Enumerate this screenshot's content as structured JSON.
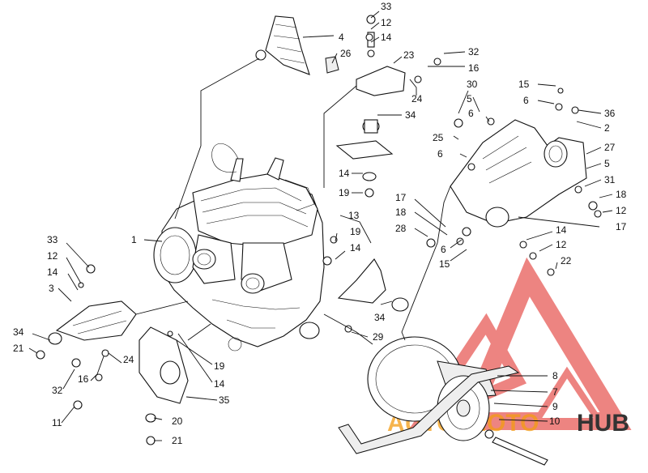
{
  "labels": {
    "p1": "1",
    "p2": "2",
    "p3": "3",
    "p4": "4",
    "p5a": "5",
    "p5b": "5",
    "p6a": "6",
    "p6b": "6",
    "p6c": "6",
    "p6d": "6",
    "p7": "7",
    "p8": "8",
    "p9": "9",
    "p10": "10",
    "p11": "11",
    "p12a": "12",
    "p12b": "12",
    "p12c": "12",
    "p12d": "12",
    "p13": "13",
    "p14a": "14",
    "p14b": "14",
    "p14c": "14",
    "p14d": "14",
    "p14e": "14",
    "p14f": "14",
    "p15a": "15",
    "p15b": "15",
    "p16a": "16",
    "p16b": "16",
    "p17a": "17",
    "p17b": "17",
    "p18a": "18",
    "p18b": "18",
    "p19a": "19",
    "p19b": "19",
    "p19c": "19",
    "p20": "20",
    "p21a": "21",
    "p21b": "21",
    "p22": "22",
    "p23": "23",
    "p24a": "24",
    "p24b": "24",
    "p25": "25",
    "p26": "26",
    "p27": "27",
    "p28": "28",
    "p29": "29",
    "p30": "30",
    "p31": "31",
    "p32a": "32",
    "p32b": "32",
    "p33a": "33",
    "p33b": "33",
    "p34a": "34",
    "p34b": "34",
    "p34c": "34",
    "p35": "35",
    "p36": "36"
  },
  "watermark": {
    "text_a": "AUTO",
    "text_b": "MOTO",
    "text_c": "HUB",
    "color_red": "#e0201c",
    "color_orange": "#f39c12",
    "color_gray": "#333333"
  }
}
